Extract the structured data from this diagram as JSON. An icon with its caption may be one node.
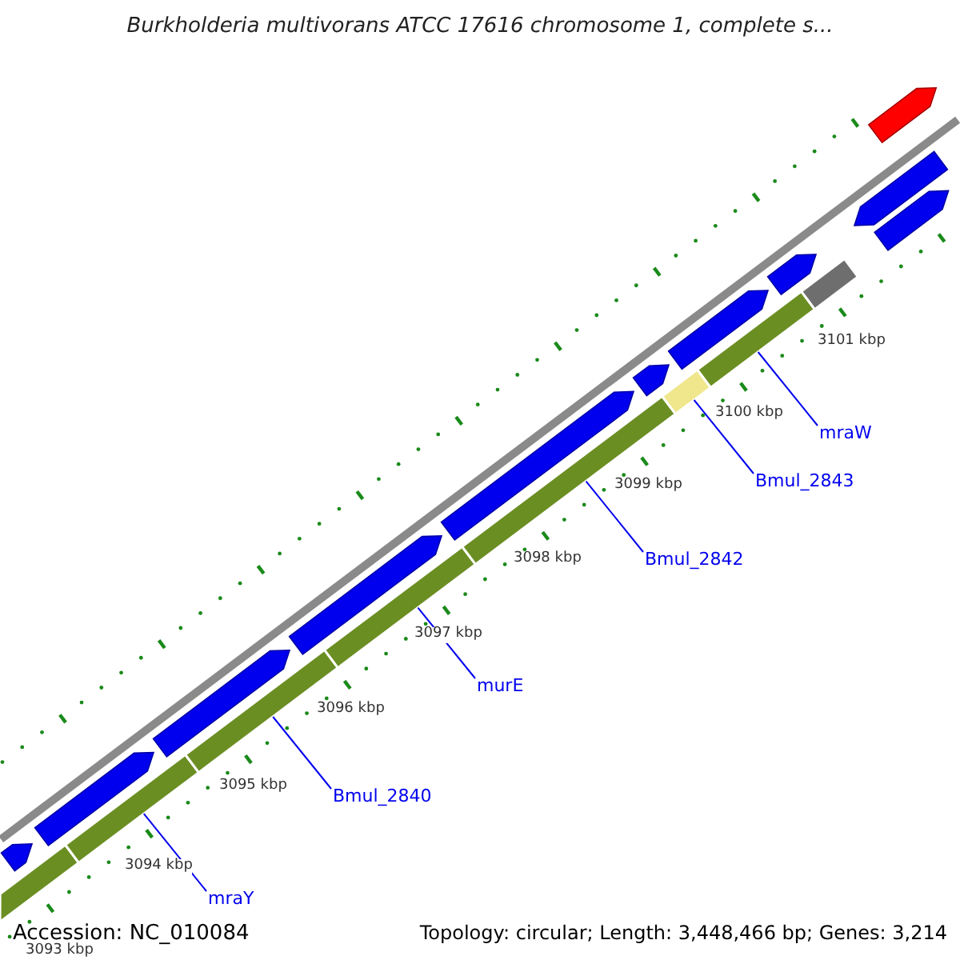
{
  "diagram": {
    "title": "Burkholderia multivorans ATCC 17616 chromosome 1, complete s...",
    "nodes": [
      {
        "text": [
          "mraY"
        ]
      },
      {
        "text": [
          "Bmul_2840"
        ]
      },
      {
        "text": [
          "murE"
        ]
      },
      {
        "text": [
          "Bmul_2842"
        ]
      },
      {
        "text": [
          "Bmul_2843"
        ]
      },
      {
        "text": [
          "mraW"
        ]
      },
      {
        "text": [],
        "shape": "bar"
      },
      {
        "text": [],
        "shape": "bar"
      },
      {
        "text": [],
        "shape": "bar"
      },
      {
        "text": [],
        "shape": "bar"
      },
      {
        "text": [],
        "shape": "bar"
      },
      {
        "text": [],
        "shape": "bar"
      },
      {
        "text": [],
        "shape": "bar"
      },
      {
        "text": [],
        "shape": "bar"
      }
    ],
    "edges": [
      {
        "from": 0,
        "to": 7,
        "arrow": "none"
      },
      {
        "from": 1,
        "to": 8,
        "arrow": "none"
      },
      {
        "from": 2,
        "to": 9,
        "arrow": "none"
      },
      {
        "from": 3,
        "to": 10,
        "arrow": "none"
      },
      {
        "from": 4,
        "to": 11,
        "arrow": "none"
      },
      {
        "from": 5,
        "to": 12,
        "arrow": "none"
      }
    ],
    "labels": [
      "3101 kbp",
      "3100 kbp",
      "3099 kbp",
      "3098 kbp",
      "3097 kbp",
      "3096 kbp",
      "3095 kbp",
      "3094 kbp",
      "Accession: NC_010084",
      "Topology: circular; Length: 3,448,466 bp; Genes: 3,214",
      "3093 kbp"
    ]
  }
}
